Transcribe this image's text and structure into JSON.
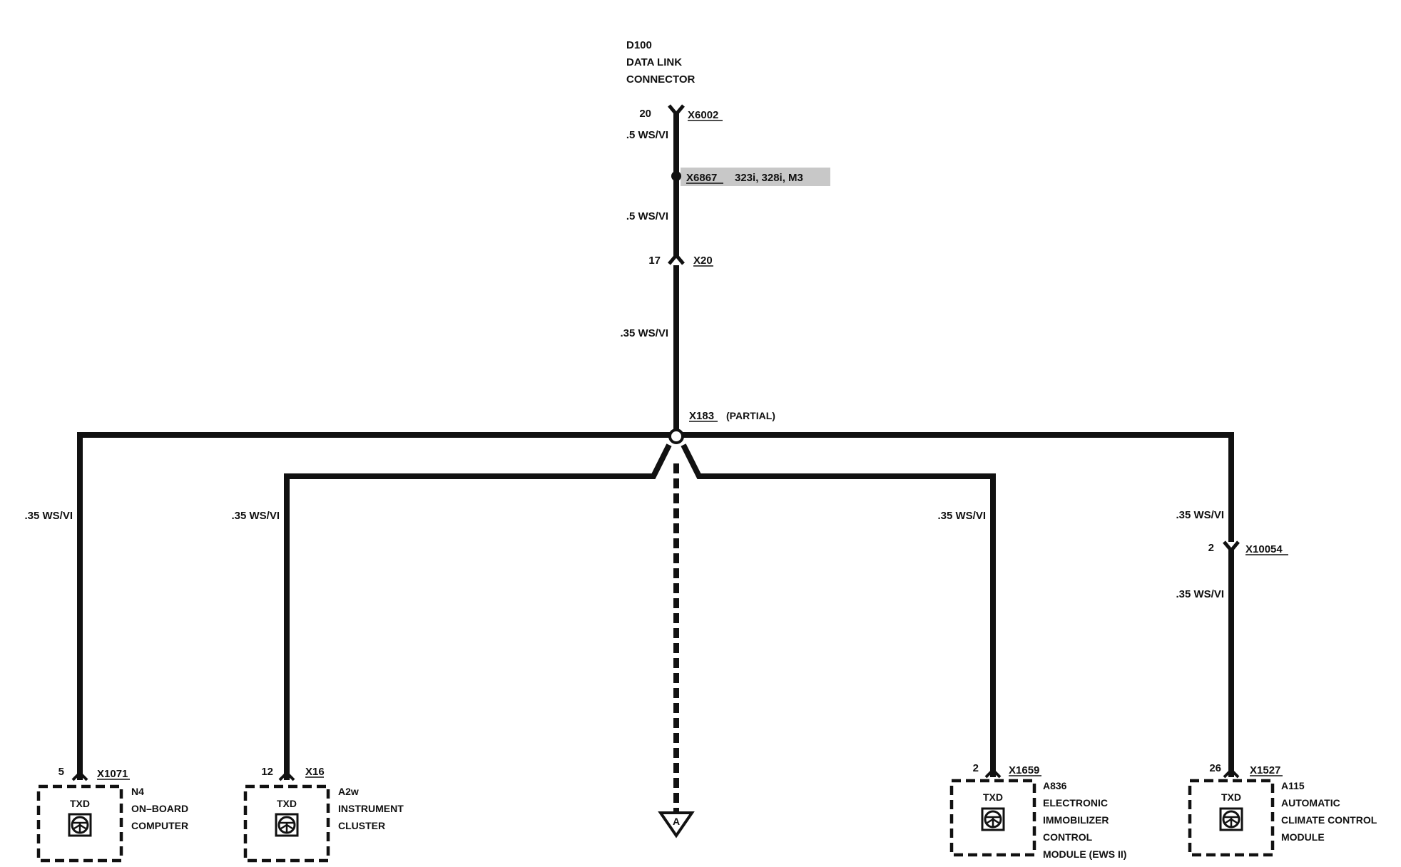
{
  "connector_top": {
    "id": "D100",
    "name_line1": "DATA LINK",
    "name_line2": "CONNECTOR",
    "pin": "20",
    "ref": "X6002"
  },
  "wires": {
    "w1": ".5 WS/VI",
    "w2": ".5 WS/VI",
    "w3": ".35 WS/VI",
    "b1": ".35 WS/VI",
    "b2": ".35 WS/VI",
    "b3": ".35 WS/VI",
    "b4a": ".35 WS/VI",
    "b4b": ".35 WS/VI"
  },
  "inline_connector": {
    "ref": "X6867",
    "models": "323i, 328i, M3"
  },
  "x20": {
    "pin": "17",
    "ref": "X20"
  },
  "splice": {
    "ref": "X183",
    "note": "(PARTIAL)"
  },
  "x10054": {
    "pin": "2",
    "ref": "X10054"
  },
  "continuation": {
    "label": "A"
  },
  "modules": [
    {
      "pin": "5",
      "connector": "X1071",
      "signal": "TXD",
      "id": "N4",
      "lines": [
        "ON–BOARD",
        "COMPUTER"
      ]
    },
    {
      "pin": "12",
      "connector": "X16",
      "signal": "TXD",
      "id": "A2w",
      "lines": [
        "INSTRUMENT",
        "CLUSTER"
      ]
    },
    {
      "pin": "2",
      "connector": "X1659",
      "signal": "TXD",
      "id": "A836",
      "lines": [
        "ELECTRONIC",
        "IMMOBILIZER",
        "CONTROL",
        "MODULE (EWS II)"
      ]
    },
    {
      "pin": "26",
      "connector": "X1527",
      "signal": "TXD",
      "id": "A115",
      "lines": [
        "AUTOMATIC",
        "CLIMATE CONTROL",
        "MODULE"
      ]
    }
  ]
}
